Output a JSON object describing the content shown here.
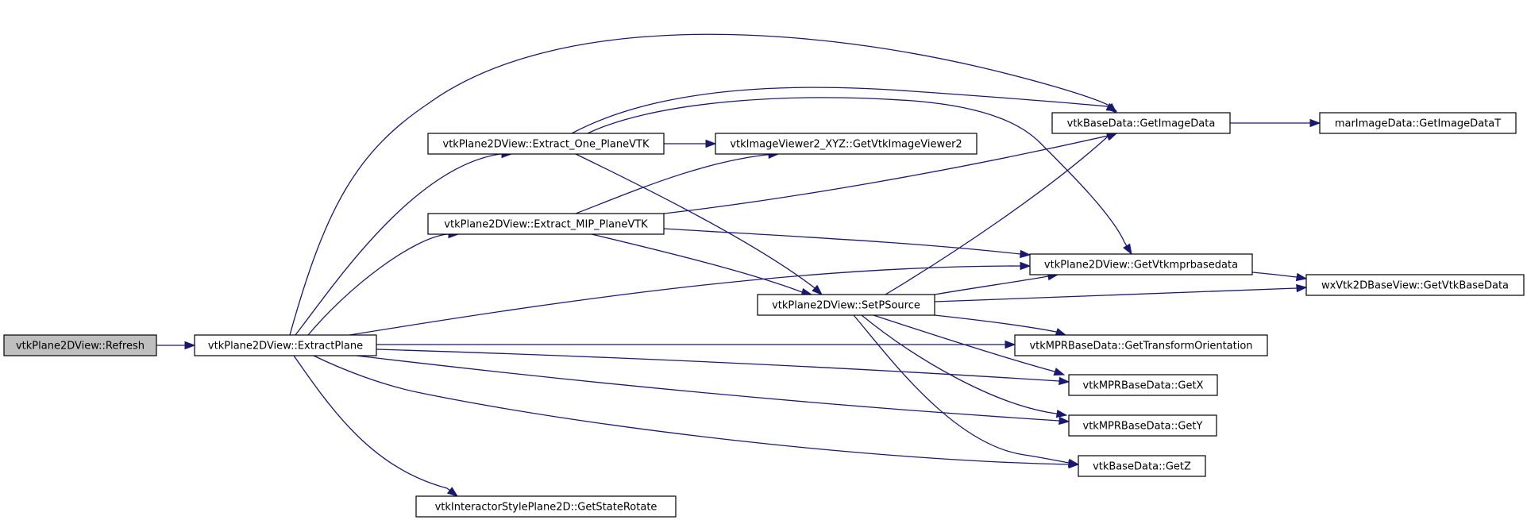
{
  "graph": {
    "title": "",
    "colors": {
      "edge": "#191970",
      "node_border": "#000000",
      "root_fill": "#bfbfbf",
      "node_fill": "#ffffff"
    },
    "nodes": [
      {
        "id": "refresh",
        "label": "vtkPlane2DView::Refresh",
        "root": true
      },
      {
        "id": "extractPlane",
        "label": "vtkPlane2DView::ExtractPlane"
      },
      {
        "id": "extractOne",
        "label": "vtkPlane2DView::Extract_One_PlaneVTK"
      },
      {
        "id": "extractMIP",
        "label": "vtkPlane2DView::Extract_MIP_PlaneVTK"
      },
      {
        "id": "getStateRotate",
        "label": "vtkInteractorStylePlane2D::GetStateRotate"
      },
      {
        "id": "getVtkImageViewer2",
        "label": "vtkImageViewer2_XYZ::GetVtkImageViewer2"
      },
      {
        "id": "setPSource",
        "label": "vtkPlane2DView::SetPSource"
      },
      {
        "id": "getImageData",
        "label": "vtkBaseData::GetImageData"
      },
      {
        "id": "getVtkmprbasedata",
        "label": "vtkPlane2DView::GetVtkmprbasedata"
      },
      {
        "id": "getTransformOrientation",
        "label": "vtkMPRBaseData::GetTransformOrientation"
      },
      {
        "id": "getX",
        "label": "vtkMPRBaseData::GetX"
      },
      {
        "id": "getY",
        "label": "vtkMPRBaseData::GetY"
      },
      {
        "id": "getZ",
        "label": "vtkBaseData::GetZ"
      },
      {
        "id": "getImageDataT",
        "label": "marImageData::GetImageDataT"
      },
      {
        "id": "getVtkBaseData",
        "label": "wxVtk2DBaseView::GetVtkBaseData"
      }
    ],
    "edges": [
      {
        "from": "refresh",
        "to": "extractPlane"
      },
      {
        "from": "extractPlane",
        "to": "extractOne"
      },
      {
        "from": "extractPlane",
        "to": "extractMIP"
      },
      {
        "from": "extractPlane",
        "to": "getImageData"
      },
      {
        "from": "extractPlane",
        "to": "getVtkmprbasedata"
      },
      {
        "from": "extractPlane",
        "to": "getTransformOrientation"
      },
      {
        "from": "extractPlane",
        "to": "getX"
      },
      {
        "from": "extractPlane",
        "to": "getY"
      },
      {
        "from": "extractPlane",
        "to": "getZ"
      },
      {
        "from": "extractPlane",
        "to": "getStateRotate"
      },
      {
        "from": "extractOne",
        "to": "getVtkImageViewer2"
      },
      {
        "from": "extractOne",
        "to": "getImageData"
      },
      {
        "from": "extractOne",
        "to": "getVtkmprbasedata"
      },
      {
        "from": "extractOne",
        "to": "setPSource"
      },
      {
        "from": "extractMIP",
        "to": "getVtkImageViewer2"
      },
      {
        "from": "extractMIP",
        "to": "getImageData"
      },
      {
        "from": "extractMIP",
        "to": "getVtkmprbasedata"
      },
      {
        "from": "extractMIP",
        "to": "setPSource"
      },
      {
        "from": "setPSource",
        "to": "getImageData"
      },
      {
        "from": "setPSource",
        "to": "getVtkmprbasedata"
      },
      {
        "from": "setPSource",
        "to": "getVtkBaseData"
      },
      {
        "from": "setPSource",
        "to": "getTransformOrientation"
      },
      {
        "from": "setPSource",
        "to": "getX"
      },
      {
        "from": "setPSource",
        "to": "getY"
      },
      {
        "from": "setPSource",
        "to": "getZ"
      },
      {
        "from": "getImageData",
        "to": "getImageDataT"
      },
      {
        "from": "getVtkmprbasedata",
        "to": "getVtkBaseData"
      }
    ]
  }
}
